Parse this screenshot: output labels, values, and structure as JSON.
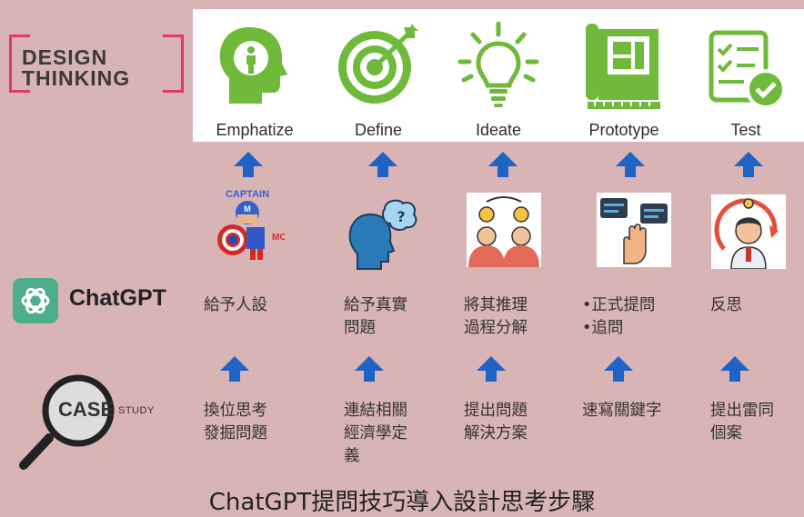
{
  "logo": {
    "line1": "DESIGN",
    "line2": "THINKING"
  },
  "stages": [
    {
      "label": "Emphatize",
      "icon": "head-person-icon"
    },
    {
      "label": "Define",
      "icon": "target-arrow-icon"
    },
    {
      "label": "Ideate",
      "icon": "lightbulb-icon"
    },
    {
      "label": "Prototype",
      "icon": "blueprint-icon"
    },
    {
      "label": "Test",
      "icon": "checklist-icon"
    }
  ],
  "colors": {
    "stage_green": "#6fba3a",
    "arrow_blue": "#1f63c7",
    "logo_pink": "#e0386b",
    "background": "#d8b4b4"
  },
  "chatgpt": {
    "label": "ChatGPT",
    "items": [
      {
        "lines": [
          "給予人設"
        ]
      },
      {
        "lines": [
          "給予真實",
          "問題"
        ]
      },
      {
        "lines": [
          "將其推理",
          "過程分解"
        ]
      },
      {
        "lines": [
          "•正式提問",
          "•追問"
        ]
      },
      {
        "lines": [
          "反思"
        ]
      }
    ],
    "images": [
      {
        "icon": "captain-mo-icon",
        "top_word": "CAPTAIN",
        "badge_letter": "M",
        "side_word": "MO"
      },
      {
        "icon": "thinking-head-icon"
      },
      {
        "icon": "team-ideas-icon"
      },
      {
        "icon": "chat-hand-icon"
      },
      {
        "icon": "reflection-person-icon"
      }
    ]
  },
  "case_study": {
    "label": "CASE",
    "sublabel": "STUDY",
    "items": [
      {
        "lines": [
          "換位思考",
          "發掘問題"
        ]
      },
      {
        "lines": [
          "連結相關",
          "經濟學定",
          "義"
        ]
      },
      {
        "lines": [
          "提出問題",
          "解決方案"
        ]
      },
      {
        "lines": [
          "速寫關鍵字"
        ]
      },
      {
        "lines": [
          "提出雷同",
          "個案"
        ]
      }
    ]
  },
  "footer": "ChatGPT提問技巧導入設計思考步驟"
}
